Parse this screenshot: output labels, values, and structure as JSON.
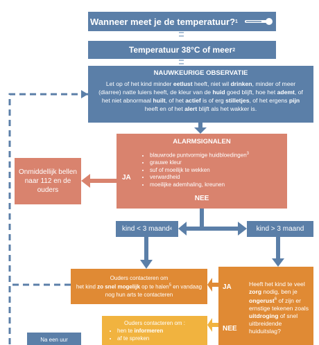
{
  "colors": {
    "blue": "#5b7fa8",
    "salmon": "#d9836e",
    "orange": "#e08a34",
    "yellow": "#f1b33f",
    "dashed": "#5b7fa8"
  },
  "q1": {
    "text": "Wanneer meet je de temperatuur?",
    "sup": "1",
    "icon": "thermometer-icon"
  },
  "t38": {
    "text": "Temperatuur 38°C of meer",
    "sup": "2"
  },
  "obs": {
    "title": "NAUWKEURIGE OBSERVATIE",
    "parts": [
      {
        "t": "Let op of het kind minder "
      },
      {
        "b": "eetlust"
      },
      {
        "t": " heeft, niet wil "
      },
      {
        "b": "drinken"
      },
      {
        "t": ", minder of meer (diarree) natte luiers heeft, de kleur van de "
      },
      {
        "b": "huid"
      },
      {
        "t": " goed blijft, hoe het "
      },
      {
        "b": "ademt"
      },
      {
        "t": ", of het niet abnormaal "
      },
      {
        "b": "huilt"
      },
      {
        "t": ", of het "
      },
      {
        "b": "actief"
      },
      {
        "t": " is of erg "
      },
      {
        "b": "stilletjes"
      },
      {
        "t": ", of het ergens "
      },
      {
        "b": "pijn"
      },
      {
        "t": " heeft en of het "
      },
      {
        "b": "alert"
      },
      {
        "t": " blijft als het wakker is."
      }
    ]
  },
  "alarm": {
    "title": "ALARMSIGNALEN",
    "items": [
      "blauwrode puntvormige huidbloedingen",
      "grauwe kleur",
      "suf of moeilijk te wekken",
      "verwardheid",
      "moeilijke ademhaling, kreunen"
    ],
    "item0_sup": "3",
    "ja": "JA",
    "nee": "NEE"
  },
  "bel": {
    "text": "Onmiddellijk bellen naar 112 en de ouders"
  },
  "k1": {
    "text": "kind < 3 maand",
    "sup": "4"
  },
  "k2": {
    "text": "kind > 3 maand"
  },
  "oc1": {
    "line1": "Ouders contacteren om",
    "pre": "het kind ",
    "bold": "zo snel mogelijk",
    "mid": " op te halen",
    "sup": "5",
    "post": " en vandaag nog hun arts te contacteren"
  },
  "jnq": {
    "ja": "JA",
    "nee": "NEE",
    "parts": [
      {
        "t": "Heeft het kind te veel "
      },
      {
        "b": "zorg"
      },
      {
        "t": " nodig, ben je "
      },
      {
        "b": "ongerust"
      },
      {
        "sup": "6"
      },
      {
        "t": " of zijn er ernstige tekenen zoals "
      },
      {
        "b": "uitdroging"
      },
      {
        "t": " of snel uitbreidende huiduitslag?"
      }
    ]
  },
  "oc2": {
    "title": "Ouders contacteren om :",
    "items": [
      {
        "pre": "hen te ",
        "b": "informeren"
      },
      {
        "pre": "af te spreken",
        "b": ""
      }
    ]
  },
  "nau": {
    "text": "Na een uur"
  }
}
